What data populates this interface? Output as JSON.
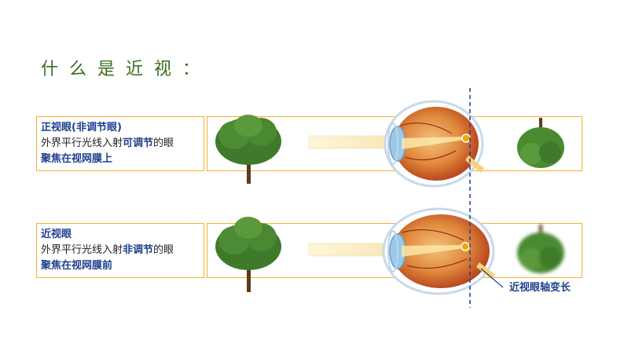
{
  "page": {
    "title": "什么是近视："
  },
  "rows": [
    {
      "heading": "正视眼(非调节眼)",
      "line2_prefix": "外界平行光线入射",
      "line2_emph": "可调节",
      "line2_suffix": "的眼",
      "line3": "聚焦在视网膜上"
    },
    {
      "heading": "近视眼",
      "line2_prefix": "外界平行光线入射",
      "line2_emph": "非调节",
      "line2_suffix": "的眼",
      "line3": "聚焦在视网膜前"
    }
  ],
  "callout": {
    "text": "近视眼轴变长"
  },
  "colors": {
    "title": "#3b6e1e",
    "box_border": "#f2b233",
    "emphasis": "#1f3f8f",
    "focus_dot": "#f2a900"
  }
}
